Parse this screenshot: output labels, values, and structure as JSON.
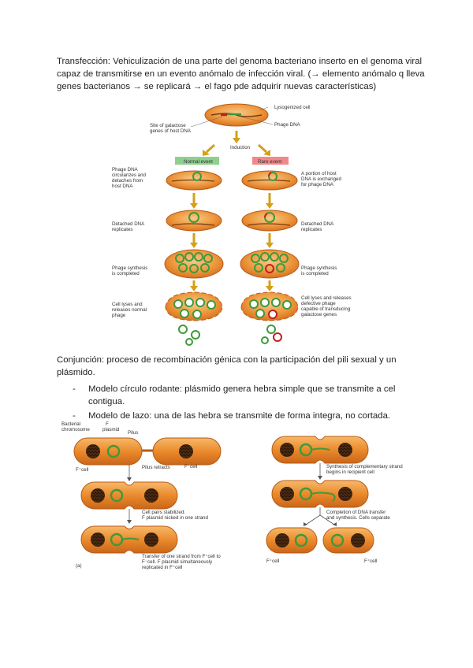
{
  "transfeccion": {
    "line1": "Transfección: Vehiculización de una parte del genoma bacteriano inserto en el genoma viral",
    "line2": "capaz de transmitirse en un evento anómalo de infección viral. (→ elemento anómalo q lleva",
    "line3": "genes bacterianos → se replicará → el fago pde adquirir nuevas características)"
  },
  "figure1": {
    "top_labels": [
      "Lysogenized cell",
      "Phage DNA",
      "Site of galactose",
      "genes of host DNA",
      "Induction"
    ],
    "normal_event": "Normal event",
    "rare_event": "Rare event",
    "left_labels": [
      [
        "Phage DNA",
        "circularizes and",
        "detaches from",
        "host DNA"
      ],
      [
        "Detached DNA",
        "replicates"
      ],
      [
        "Phage synthesis",
        "is completed"
      ],
      [
        "Cell lyses and",
        "releases normal",
        "phage"
      ]
    ],
    "right_labels": [
      [
        "A portion of host",
        "DNA is exchanged",
        "for phage DNA"
      ],
      [
        "Detached DNA",
        "replicates"
      ],
      [
        "Phage synthesis",
        "is completed"
      ],
      [
        "Cell lyses and releases",
        "defective phage",
        "capable of transducing",
        "galactose genes"
      ]
    ],
    "colors": {
      "cell": "#e8822a",
      "cell_inner": "#f6c07a",
      "phage": "#3e9a3a",
      "arrow": "#d4a017",
      "normal_bg": "#8fcf8f",
      "rare_bg": "#f08a8a"
    }
  },
  "conjugacion": {
    "line1": "Conjunción: proceso de recombinación génica con la participación del pili sexual y un",
    "line2": "plásmido.",
    "items": [
      {
        "line1": "Modelo círculo rodante: plásmido genera hebra simple que se transmite a cel",
        "line2": "contigua."
      },
      {
        "line1": "Modelo de lazo: una de las hebra se transmite de forma integra, no cortada.",
        "line2": ""
      }
    ]
  },
  "figure2": {
    "bacterial_chromosome": [
      "Bacterial",
      "chromosome"
    ],
    "f_plasmid": [
      "F",
      "plasmid"
    ],
    "pilus": "Pilus",
    "f_plus_cell": "F⁺cell",
    "f_minus_cell": "F⁻cell",
    "pilus_retracts": "Pilus retracts",
    "stabilized": [
      "Cell pairs stabilized.",
      "F plasmid nicked in one strand"
    ],
    "transfer": [
      "Transfer of one strand from F⁺cell to",
      "F⁻cell. F plasmid simultaneously",
      "replicated in F⁺cell"
    ],
    "panel_letter": "(a)",
    "synthesis": [
      "Synthesis of complementary strand",
      "begins in recipient cell"
    ],
    "completion": [
      "Completion of DNA transfer",
      "and synthesis. Cells separate"
    ],
    "f_plus_cell_left": "F⁺cell",
    "f_plus_cell_right": "F⁺cell"
  }
}
